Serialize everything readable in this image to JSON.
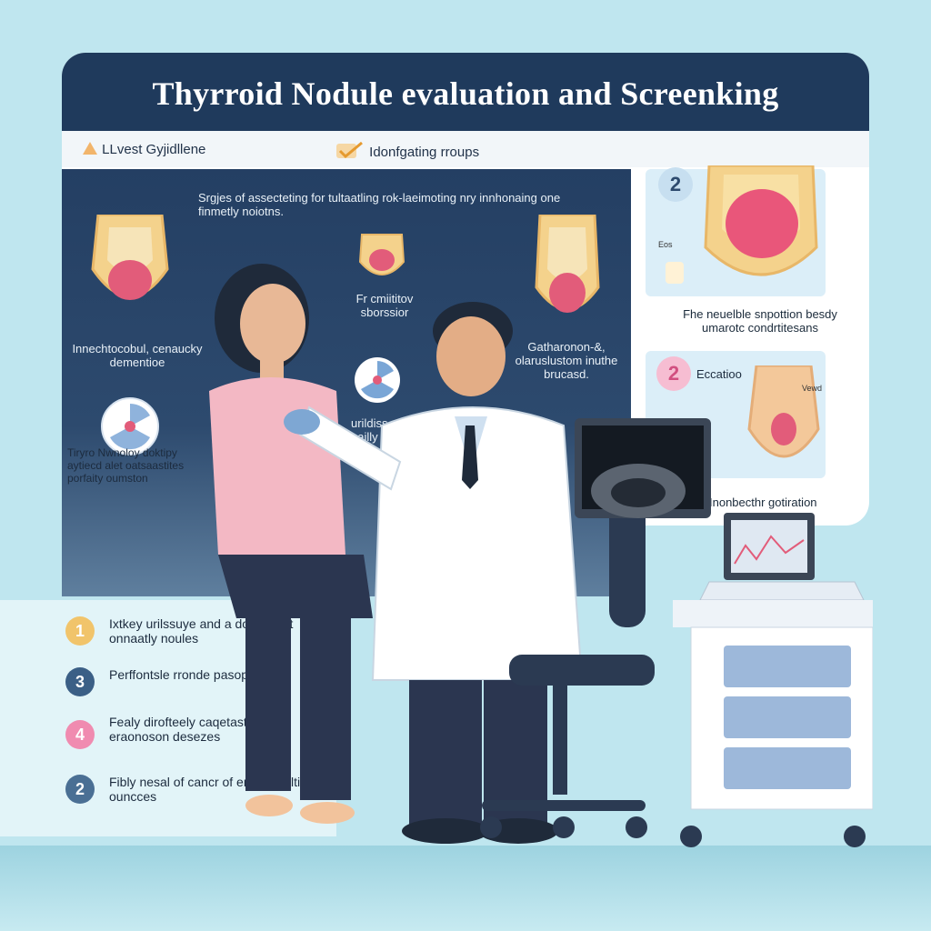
{
  "header": {
    "title": "Thyrroid Nodule evaluation and Screenking"
  },
  "tabs": [
    {
      "label": "LLvest Gyjidllene",
      "icon": "warning-triangle-icon"
    },
    {
      "label": "Idonfgating rroups",
      "icon": "checkmark-icon"
    }
  ],
  "panel": {
    "top_caption": "Srgjes of assecteting for tultaatling rok-laeimoting nry innhonaing one finmetly noiotns.",
    "left_caption": "Innechtocobul, cenaucky dementioe",
    "mid_caption": "Fr cmiititov sborssior",
    "right_caption": "Gatharonon-&, olaruslustom inuthe brucasd.",
    "mid_lower_caption": "urildiss or pailly",
    "left_lower_caption": "Tiryro Nwnoloy doktipy aytiecd alet oatsaastites porfaity oumston"
  },
  "side": {
    "card1": {
      "badge": "2",
      "caption": "Fhe neuelble snpottion besdy umarotc condrtitesans",
      "label_small": "Eos"
    },
    "card2": {
      "badge": "2",
      "caption": "Inonbecthr gotiration",
      "title": "Eccatioo",
      "label_small": "Vewd"
    }
  },
  "steps": [
    {
      "num": "1",
      "text": "Ixtkey urilssuye and a doatsionst onnaatly noules",
      "color": "#f1c46b"
    },
    {
      "num": "3",
      "text": "Perffontsle rronde pasopction,",
      "color": "#3b5f86"
    },
    {
      "num": "4",
      "text": "Fealy dirofteely caqetastion or eraonoson desezes",
      "color": "#f08bb0"
    },
    {
      "num": "2",
      "text": "Fibly nesal of cancr of envoly paltien ouncces",
      "color": "#4a6f94"
    }
  ],
  "colors": {
    "navy": "#1f3a5c",
    "accent_pink": "#f08bb0",
    "accent_yellow": "#f1c46b",
    "background": "#bfe6ef"
  }
}
